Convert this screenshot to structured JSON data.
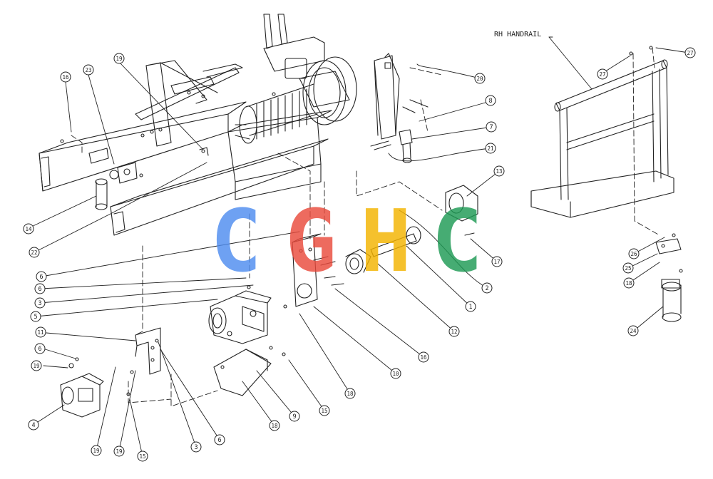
{
  "diagram": {
    "handrail_label": "RH HANDRAIL",
    "watermark_text": "CGHC",
    "callouts": [
      "1",
      "2",
      "3",
      "4",
      "5",
      "6",
      "7",
      "8",
      "9",
      "10",
      "11",
      "12",
      "13",
      "14",
      "15",
      "16",
      "17",
      "18",
      "19",
      "20",
      "21",
      "22",
      "23",
      "24",
      "25",
      "26",
      "27"
    ],
    "colors": {
      "line": "#222222",
      "watermark": [
        "#4f8df0",
        "#ea4b3d",
        "#f4b400",
        "#1e9b55"
      ]
    }
  }
}
